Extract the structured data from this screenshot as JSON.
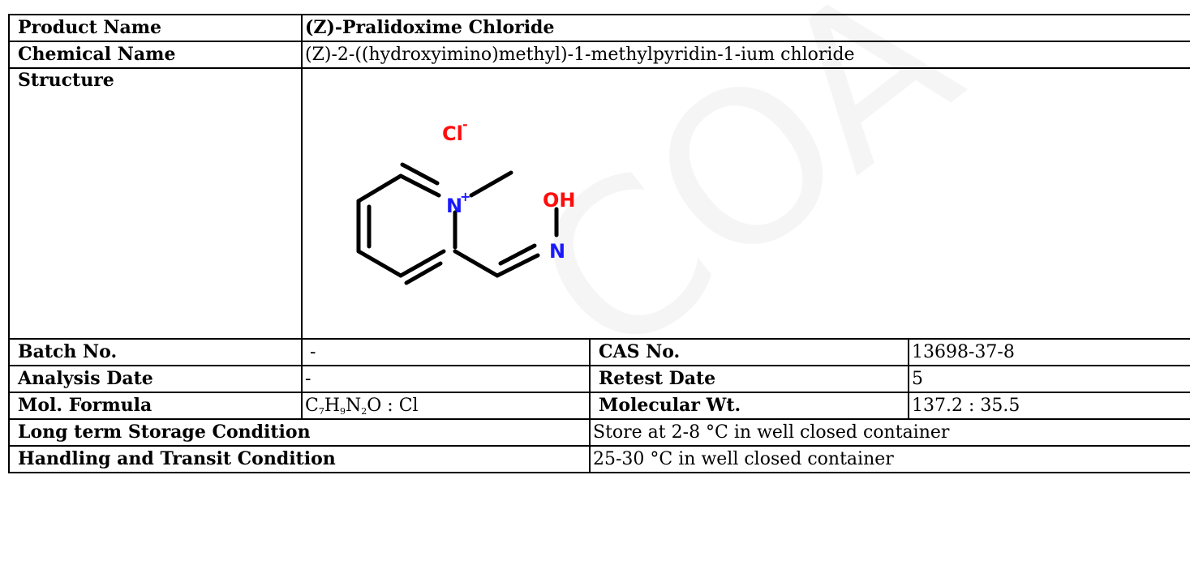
{
  "product": {
    "label": "Product Name",
    "value": "(Z)-Pralidoxime Chloride"
  },
  "chemical": {
    "label": "Chemical Name",
    "value": "(Z)-2-((hydroxyimino)methyl)-1-methylpyridin-1-ium chloride"
  },
  "structure": {
    "label": "Structure",
    "atoms": {
      "chloride": "Cl",
      "chloride_charge": "-",
      "nitrogen_ring": "N",
      "nitrogen_charge": "+",
      "hydroxyl": "OH",
      "nitrogen_oxime": "N"
    },
    "colors": {
      "bond": "#000000",
      "nitrogen": "#1a1aff",
      "oxygen_chlorine": "#ff0d0d"
    }
  },
  "batch": {
    "label": "Batch No.",
    "value": "-"
  },
  "cas": {
    "label": "CAS No.",
    "value": "13698-37-8"
  },
  "analysis": {
    "label": "Analysis Date",
    "value": "-"
  },
  "retest": {
    "label": "Retest Date",
    "value": "5"
  },
  "formula": {
    "label": "Mol. Formula",
    "parts": [
      "C",
      "7",
      "H",
      "9",
      "N",
      "2",
      "O : Cl"
    ]
  },
  "molwt": {
    "label": "Molecular Wt.",
    "value": "137.2 : 35.5"
  },
  "storage": {
    "label": "Long term Storage Condition",
    "value": "Store at 2-8 °C in well closed container"
  },
  "handling": {
    "label": "Handling and Transit Condition",
    "value": "25-30 °C in well closed container"
  },
  "watermark": "COA"
}
